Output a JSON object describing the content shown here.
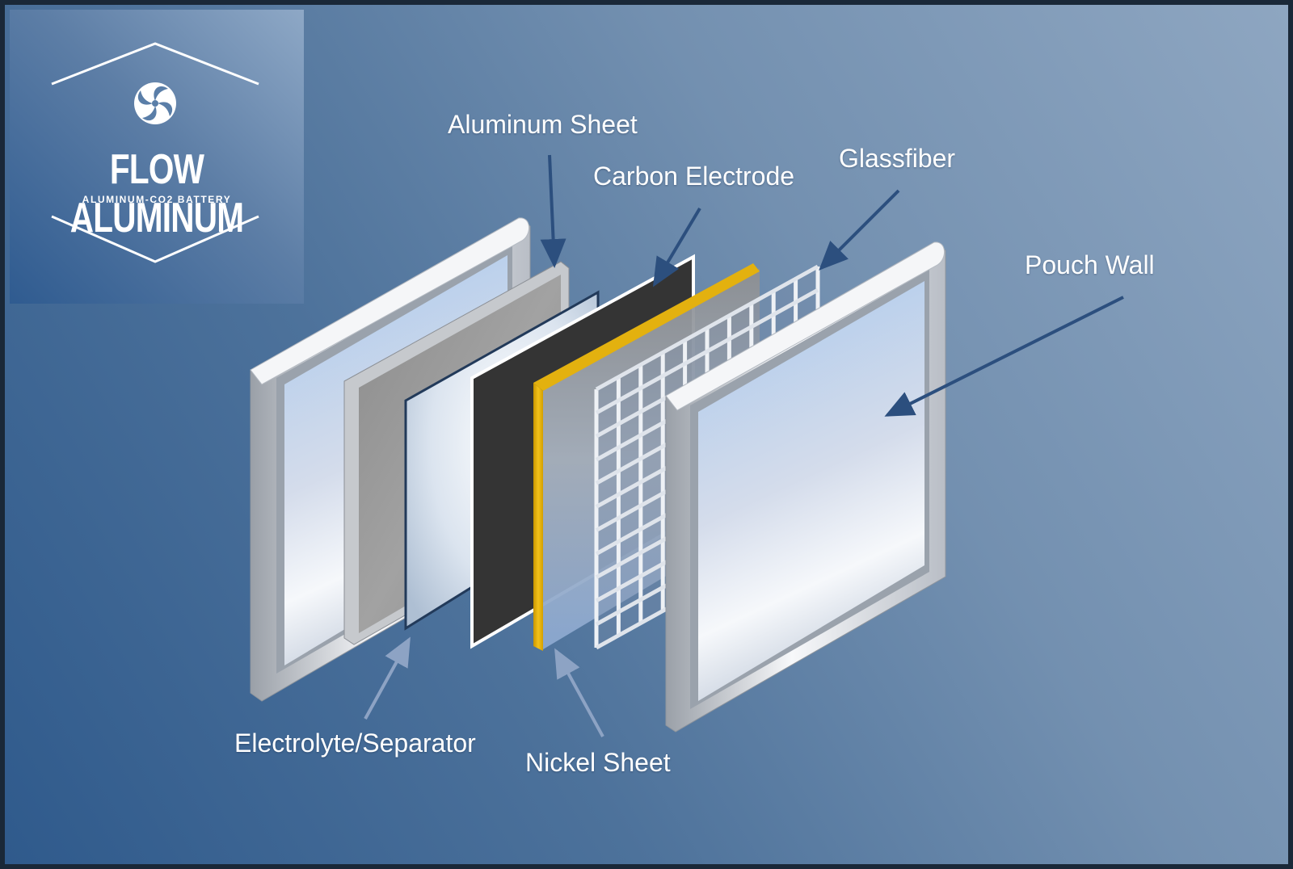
{
  "logo": {
    "name": "FLOW ALUMINUM",
    "tagline": "ALUMINUM-CO2 BATTERY"
  },
  "labels": {
    "aluminum_sheet": "Aluminum Sheet",
    "carbon_electrode": "Carbon Electrode",
    "glassfiber": "Glassfiber",
    "pouch_wall": "Pouch Wall",
    "electrolyte_separator": "Electrolyte/Separator",
    "nickel_sheet": "Nickel Sheet"
  },
  "colors": {
    "background_dark": "#2f5a8c",
    "background_light": "#8ea6c1",
    "arrow": "#2c4f7e",
    "arrow_light": "#8da3c4",
    "carbon": "#343434",
    "nickel_edge": "#e3b10f",
    "aluminum": "#9a9a9a"
  }
}
